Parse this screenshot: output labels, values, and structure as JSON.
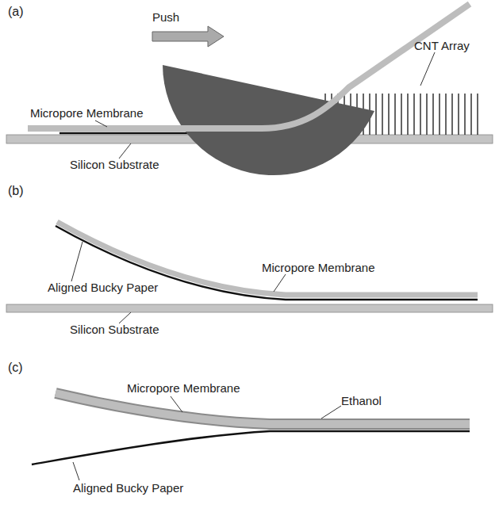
{
  "diagram": {
    "labels": [
      "(a)",
      "Push",
      "CNT Array",
      "Micropore Membrane",
      "Silicon Substrate",
      "(b)",
      "Micropore Membrane",
      "Aligned Bucky Paper",
      "Silicon Substrate",
      "(c)",
      "Micropore Membrane",
      "Ethanol",
      "Aligned Bucky Paper"
    ]
  }
}
